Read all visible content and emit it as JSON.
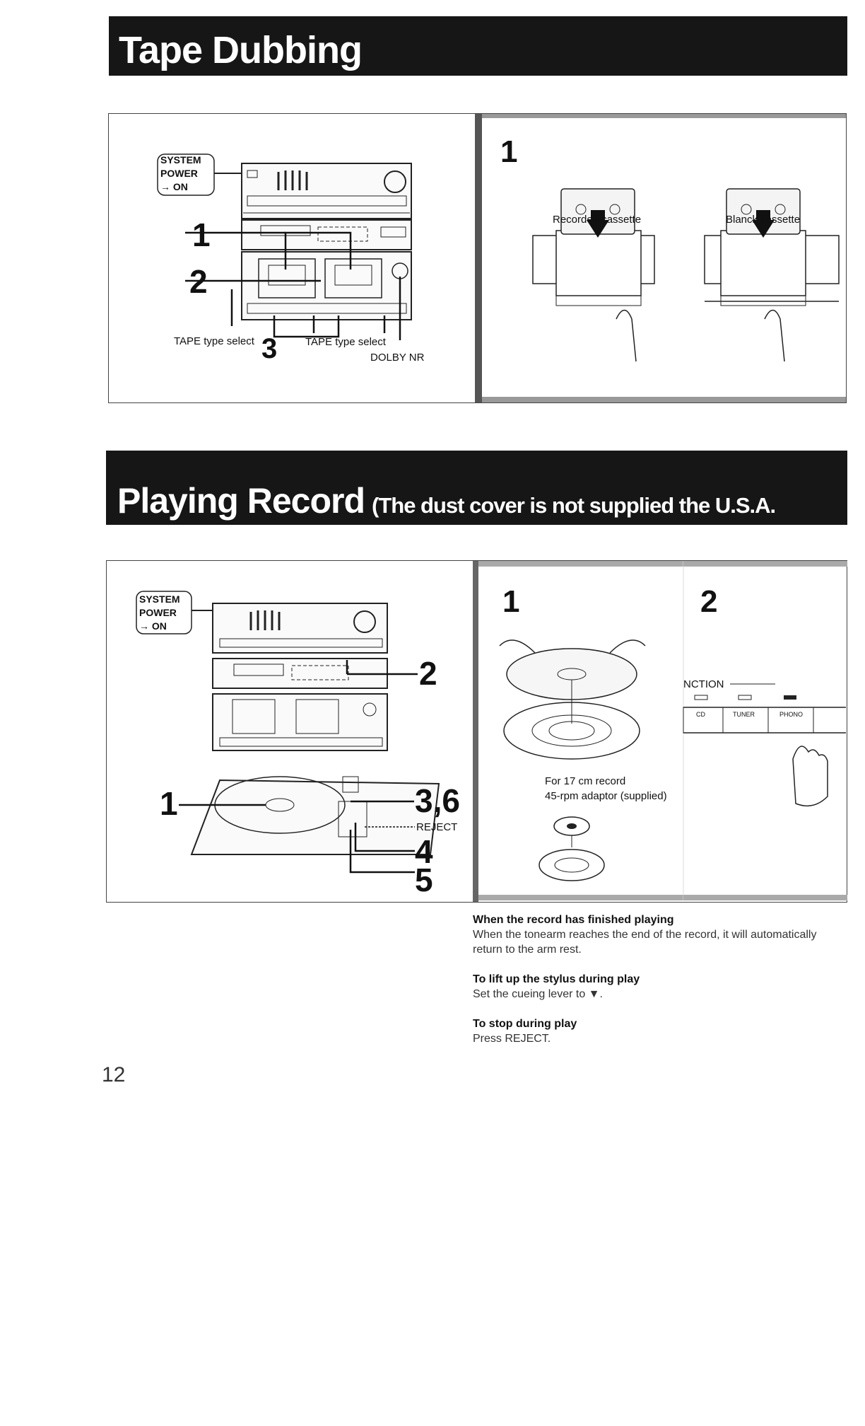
{
  "section1": {
    "title": "Tape Dubbing",
    "left": {
      "system_power": [
        "SYSTEM",
        "POWER",
        "→ ON"
      ],
      "step1": "1",
      "step2": "2",
      "step3": "3",
      "tape_select_left": "TAPE type select",
      "tape_select_right": "TAPE type select",
      "dolby": "DOLBY NR"
    },
    "right": {
      "step": "1",
      "recorded": "Recorded cassette",
      "blank": "Blanck cassette"
    }
  },
  "section2": {
    "title": "Playing Record",
    "subtitle": "(The dust cover is not supplied the U.S.A.",
    "left": {
      "system_power": [
        "SYSTEM",
        "POWER",
        "→ ON"
      ],
      "step2": "2",
      "step1": "1",
      "step36": "3,6",
      "reject": "REJECT",
      "step4": "4",
      "step5": "5"
    },
    "middle": {
      "step": "1",
      "caption1": "For 17 cm record",
      "caption2": "45-rpm adaptor (supplied)"
    },
    "right": {
      "step": "2",
      "function": "NCTION",
      "cd": "CD",
      "tuner": "TUNER",
      "phono": "PHONO"
    }
  },
  "notes": [
    {
      "heading": "When the record has finished playing",
      "body": "When the tonearm reaches the end of the record, it will automatically return to the arm rest."
    },
    {
      "heading": "To lift up the stylus during play",
      "body": "Set the cueing lever to ▼."
    },
    {
      "heading": "To stop during play",
      "body": "Press REJECT."
    }
  ],
  "page_number": "12"
}
